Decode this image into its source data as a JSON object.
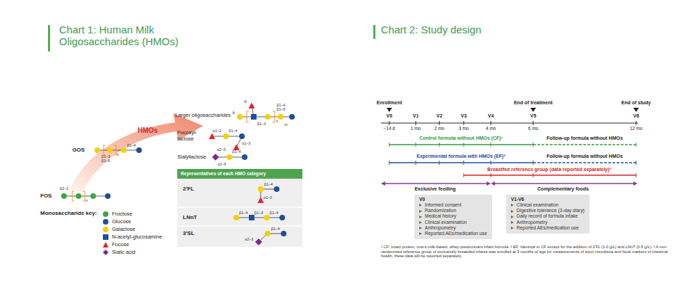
{
  "diagram": {
    "nodes": [
      {
        "text": [
          "Representatives of each HMO category",
          "2'FL",
          "LNnT",
          "3'SL"
        ]
      },
      {
        "text": [
          "V0",
          "Informed consent",
          "Randomization",
          "Medical history",
          "Clinical examination",
          "Anthropometry",
          "Reported AEs/medication use"
        ]
      },
      {
        "text": [
          "V1-V6",
          "Clinical examination",
          "Digestive tolerance (3-day diary)",
          "Daily record of formula intake",
          "Anthropometry",
          "Reported AEs/medication use"
        ]
      }
    ],
    "labels": [
      "Chart 1: Human Milk Oligosaccharides (HMOs)",
      "Chart 2: Study design",
      "HMOs",
      "FOS",
      "β2–1",
      "n",
      "GOS",
      "β1–3",
      "β1–6",
      "β1–4",
      "n",
      "Larger oligosaccharides",
      "±",
      "±",
      "β1–4",
      "β1–6",
      "β1–3",
      "n",
      "m",
      "Fucosyl- lactose",
      "α1–2",
      "β1–4",
      "α1–3",
      "Sialyllactose",
      "α2–3",
      "α2–6",
      "β1–4",
      "Monosaccharide key:",
      "β1–4",
      "α1–2",
      "β1–4",
      "β1–3",
      "β1–4",
      "β1–4",
      "α2–3",
      "Enrollment",
      "End of treatment",
      "End of study",
      "V0",
      "−14 d",
      "V1",
      "1 mo",
      "V2",
      "2 mo",
      "V3",
      "3 mo",
      "V4",
      "4 mo",
      "V5",
      "6 mo",
      "V6",
      "12 mo",
      "Control formula without HMOs (CF)¹",
      "Follow-up formula without HMOs",
      "Experimental formula with HMOs (EF)²",
      "Follow-up formula without HMOs",
      "Breastfed reference group (data reported separately)³",
      "Exclusive feeding",
      "Complementary foods",
      "¹ CF: Intact protein, cow's-milk-based, whey-predominant infant formula. ² EF: Identical to CF except for the addition of 2'FL (1.0 g/L) and LNnT (0.5 g/L). ³ A non-randomized reference group of exclusively breastfed infants was enrolled at 3 months of age for measurements of stool microbiota and fecal markers of intestinal health; these data will be reported separately."
    ],
    "legend": [
      {
        "text": "Fructose",
        "color": "#3aa843"
      },
      {
        "text": "Glucose",
        "color": "#1f4e9c"
      },
      {
        "text": "Galactose",
        "color": "#f5d000"
      },
      {
        "text": "N-acetyl-glucosamine"
      },
      {
        "text": "Fucose"
      },
      {
        "text": "Sialic acid"
      }
    ]
  }
}
